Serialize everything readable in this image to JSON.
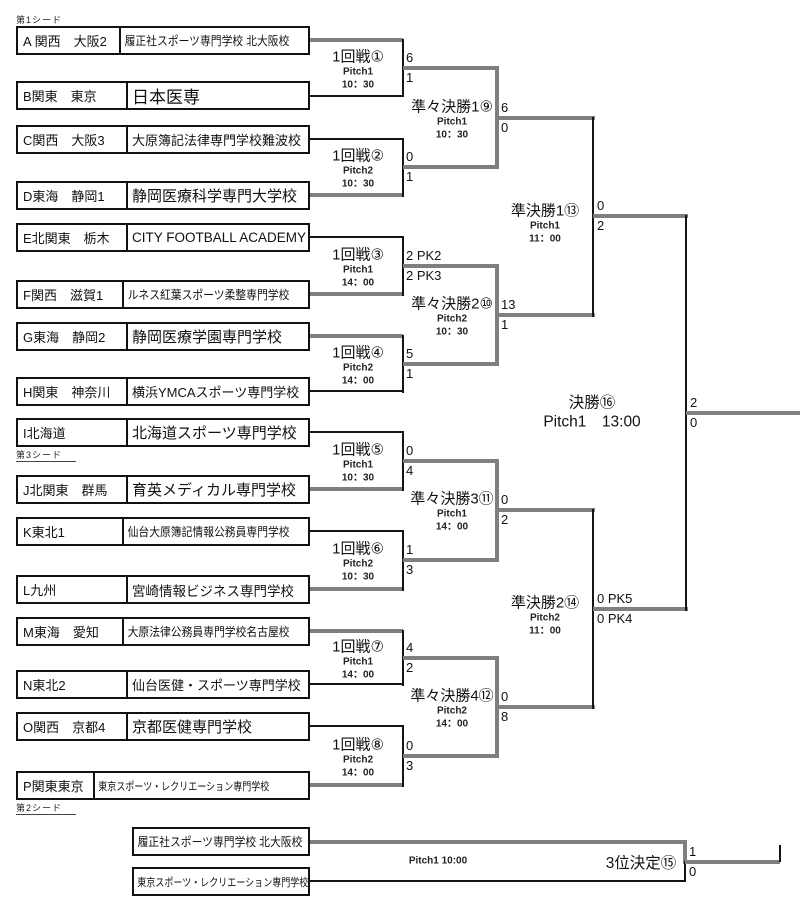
{
  "seed_labels": {
    "seed1": "第1シード",
    "seed3": "第3シード",
    "seed2": "第2シード"
  },
  "teams": [
    {
      "id": "A",
      "region": "A 関西　大阪2",
      "school": "履正社スポーツ専門学校 北大阪校"
    },
    {
      "id": "B",
      "region": "B関東　東京",
      "school": "日本医専"
    },
    {
      "id": "C",
      "region": "C関西　大阪3",
      "school": "大原簿記法律専門学校難波校"
    },
    {
      "id": "D",
      "region": "D東海　静岡1",
      "school": "静岡医療科学専門大学校"
    },
    {
      "id": "E",
      "region": "E北関東　栃木",
      "school": "CITY FOOTBALL ACADEMY"
    },
    {
      "id": "F",
      "region": "F関西　滋賀1",
      "school": "ルネス紅葉スポーツ柔整専門学校"
    },
    {
      "id": "G",
      "region": "G東海　静岡2",
      "school": "静岡医療学園専門学校"
    },
    {
      "id": "H",
      "region": "H関東　神奈川",
      "school": "横浜YMCAスポーツ専門学校"
    },
    {
      "id": "I",
      "region": "I北海道",
      "school": "北海道スポーツ専門学校"
    },
    {
      "id": "J",
      "region": "J北関東　群馬",
      "school": "育英メディカル専門学校"
    },
    {
      "id": "K",
      "region": "K東北1",
      "school": "仙台大原簿記情報公務員専門学校"
    },
    {
      "id": "L",
      "region": "L九州",
      "school": "宮崎情報ビジネス専門学校"
    },
    {
      "id": "M",
      "region": "M東海　愛知",
      "school": "大原法律公務員専門学校名古屋校"
    },
    {
      "id": "N",
      "region": "N東北2",
      "school": "仙台医健・スポーツ専門学校"
    },
    {
      "id": "O",
      "region": "O関西　京都4",
      "school": "京都医健専門学校"
    },
    {
      "id": "P",
      "region": "P関東東京",
      "school": "東京スポーツ・レクリエーション専門学校"
    }
  ],
  "matches": {
    "r1": [
      {
        "label": "1回戦①",
        "pitch": "Pitch1",
        "time": "10：30",
        "score_top": "6",
        "score_bottom": "1"
      },
      {
        "label": "1回戦②",
        "pitch": "Pitch2",
        "time": "10：30",
        "score_top": "0",
        "score_bottom": "1"
      },
      {
        "label": "1回戦③",
        "pitch": "Pitch1",
        "time": "14：00",
        "score_top": "2 PK2",
        "score_bottom": "2 PK3"
      },
      {
        "label": "1回戦④",
        "pitch": "Pitch2",
        "time": "14：00",
        "score_top": "5",
        "score_bottom": "1"
      },
      {
        "label": "1回戦⑤",
        "pitch": "Pitch1",
        "time": "10：30",
        "score_top": "0",
        "score_bottom": "4"
      },
      {
        "label": "1回戦⑥",
        "pitch": "Pitch2",
        "time": "10：30",
        "score_top": "1",
        "score_bottom": "3"
      },
      {
        "label": "1回戦⑦",
        "pitch": "Pitch1",
        "time": "14：00",
        "score_top": "4",
        "score_bottom": "2"
      },
      {
        "label": "1回戦⑧",
        "pitch": "Pitch2",
        "time": "14：00",
        "score_top": "0",
        "score_bottom": "3"
      }
    ],
    "qf": [
      {
        "label": "準々決勝1⑨",
        "pitch": "Pitch1",
        "time": "10：30",
        "score_top": "6",
        "score_bottom": "0"
      },
      {
        "label": "準々決勝2⑩",
        "pitch": "Pitch2",
        "time": "10：30",
        "score_top": "13",
        "score_bottom": "1"
      },
      {
        "label": "準々決勝3⑪",
        "pitch": "Pitch1",
        "time": "14：00",
        "score_top": "0",
        "score_bottom": "2"
      },
      {
        "label": "準々決勝4⑫",
        "pitch": "Pitch2",
        "time": "14：00",
        "score_top": "0",
        "score_bottom": "8"
      }
    ],
    "sf": [
      {
        "label": "準決勝1⑬",
        "pitch": "Pitch1",
        "time": "11：00",
        "score_top": "0",
        "score_bottom": "2"
      },
      {
        "label": "準決勝2⑭",
        "pitch": "Pitch2",
        "time": "11：00",
        "score_top": "0 PK5",
        "score_bottom": "0 PK4"
      }
    ],
    "final": {
      "label": "決勝⑯",
      "pitch_time": "Pitch1　13:00",
      "score_top": "2",
      "score_bottom": "0"
    },
    "third": {
      "label": "3位決定⑮",
      "pitch_time": "Pitch1  10:00",
      "team_top": "履正社スポーツ専門学校 北大阪校",
      "team_bottom": "東京スポーツ・レクリエーション専門学校",
      "score_top": "1",
      "score_bottom": "0"
    }
  }
}
